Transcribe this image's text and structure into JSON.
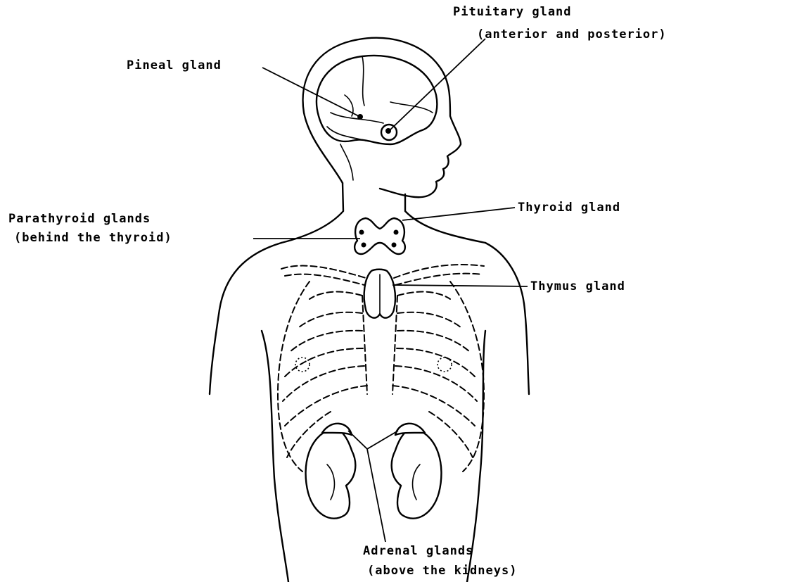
{
  "labels": {
    "pituitary": {
      "line1": "Pituitary gland",
      "line2": "(anterior and posterior)"
    },
    "pineal": "Pineal gland",
    "thyroid": "Thyroid gland",
    "parathyroid": {
      "line1": "Parathyroid glands",
      "line2": "(behind the thyroid)"
    },
    "thymus": "Thymus gland",
    "adrenal": {
      "line1": "Adrenal glands",
      "line2": "(above the kidneys)"
    }
  }
}
